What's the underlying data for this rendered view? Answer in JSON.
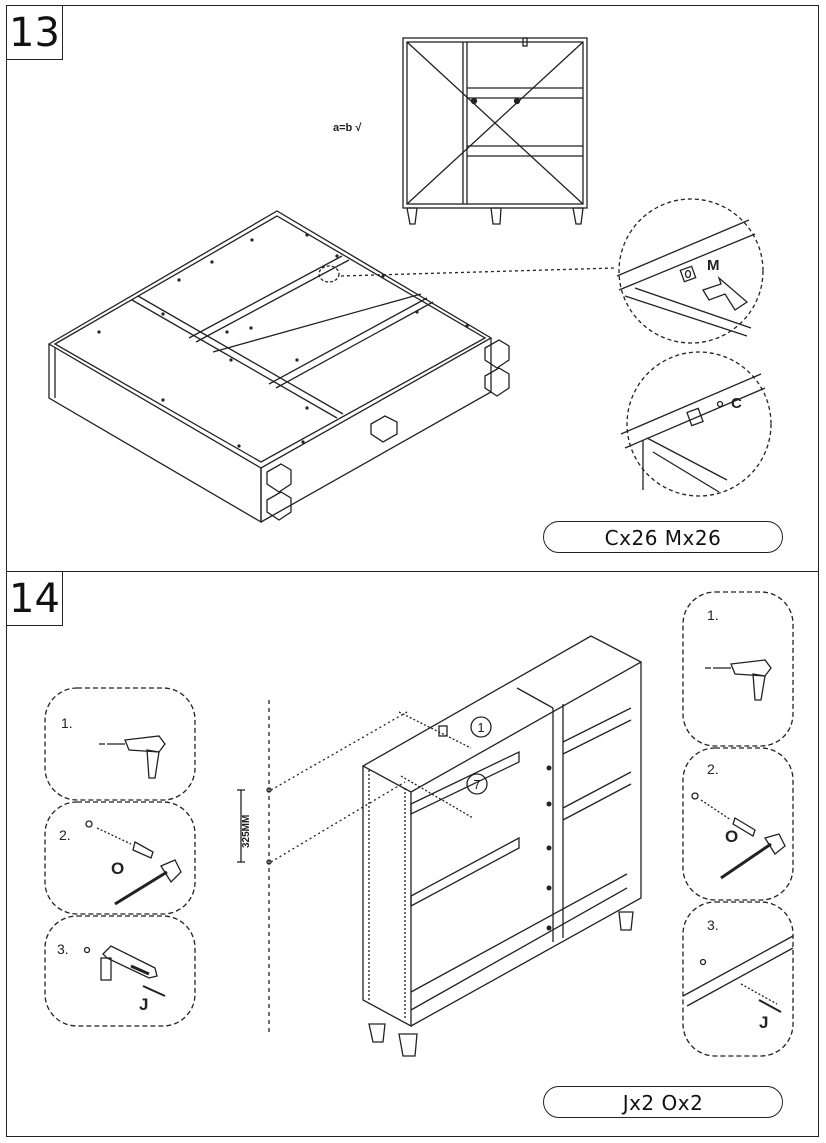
{
  "step13": {
    "number": "13",
    "check_label": "a=b √",
    "callouts": [
      "M",
      "C"
    ],
    "parts": "Cx26 Mx26"
  },
  "step14": {
    "number": "14",
    "measurement": "325MM",
    "panel_markers": [
      "1",
      "7"
    ],
    "left_steps": [
      {
        "num": "1.",
        "hardware": ""
      },
      {
        "num": "2.",
        "hardware": "O"
      },
      {
        "num": "3.",
        "hardware": "J"
      }
    ],
    "right_steps": [
      {
        "num": "1.",
        "hardware": ""
      },
      {
        "num": "2.",
        "hardware": "O"
      },
      {
        "num": "3.",
        "hardware": "J"
      }
    ],
    "parts": "Jx2 Ox2"
  }
}
